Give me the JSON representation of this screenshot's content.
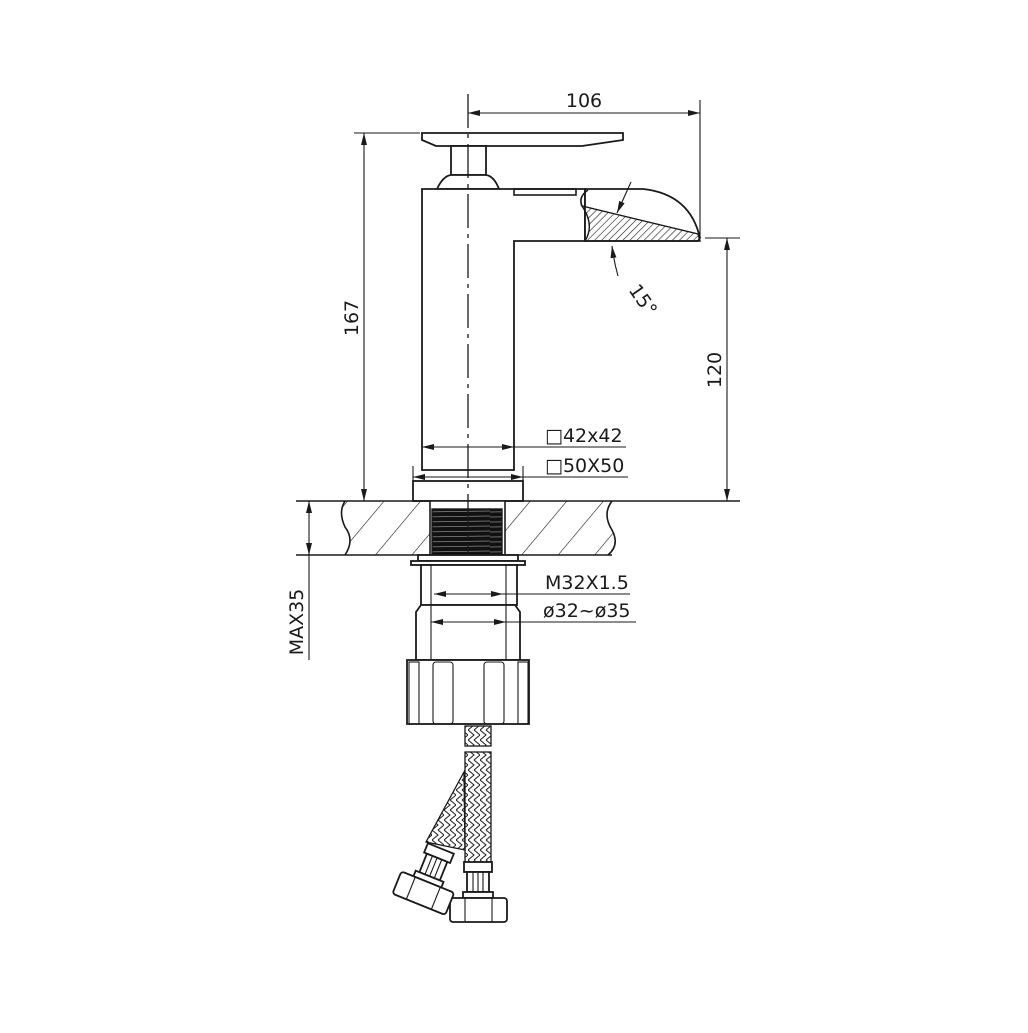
{
  "drawing": {
    "title": "Basin mixer tap dimensional drawing",
    "colors": {
      "line": "#1a1a1a",
      "background": "#ffffff"
    },
    "dimensions": {
      "spout_reach": "106",
      "total_height": "167",
      "spout_height": "120",
      "spout_angle": "15°",
      "body_section": "□42x42",
      "base_section": "□50X50",
      "thread": "M32X1.5",
      "hole_diameter": "ø32~ø35",
      "max_deck_thickness": "MAX35"
    },
    "components": [
      "lever-handle",
      "tap-body",
      "waterfall-spout",
      "base-plate",
      "countertop",
      "threaded-shank",
      "mounting-nut",
      "flexible-hoses"
    ]
  }
}
